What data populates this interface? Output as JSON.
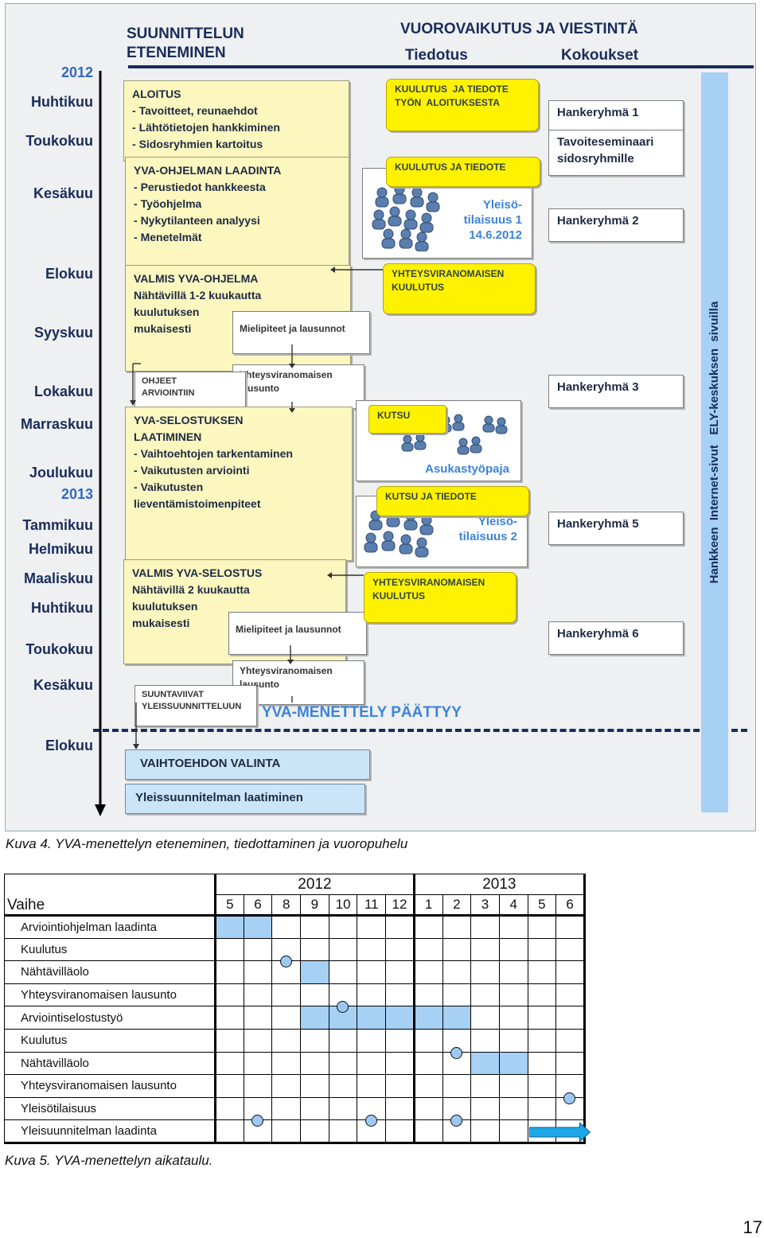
{
  "figure4": {
    "header_left": "SUUNNITTELUN\nETENEMINEN",
    "header_right": "VUOROVAIKUTUS  JA VIESTINTÄ",
    "sub_tiedotus": "Tiedotus",
    "sub_kokoukset": "Kokoukset",
    "timeline": {
      "year_2012": "2012",
      "year_2013": "2013",
      "months": [
        "Huhtikuu",
        "Toukokuu",
        "Kesäkuu",
        "Elokuu",
        "Syyskuu",
        "Lokakuu",
        "Marraskuu",
        "Joulukuu",
        "Tammikuu",
        "Helmikuu",
        "Maaliskuu",
        "Huhtikuu",
        "Toukokuu",
        "Kesäkuu",
        "Elokuu"
      ]
    },
    "aloitus": {
      "title": "ALOITUS",
      "items": [
        "Tavoitteet, reunaehdot",
        "Lähtötietojen hankkiminen",
        "Sidosryhmien kartoitus"
      ]
    },
    "ohjelma": {
      "title": "YVA-OHJELMAN LAADINTA",
      "items": [
        "Perustiedot hankkeesta",
        "Työohjelma",
        "Nykytilanteen analyysi",
        "Menetelmät"
      ]
    },
    "valmis_ohjelma": {
      "title": "VALMIS YVA-OHJELMA",
      "lines": [
        "Nähtävillä 1-2 kuukautta",
        "kuulutuksen",
        "mukaisesti"
      ]
    },
    "mielipiteet1": "Mielipiteet ja lausunnot",
    "yhteys_lausunto1": "Yhteysviranomaisen\nlausunto",
    "ohjeet": "OHJEET\nARVIOINTIIN",
    "selostus": {
      "title": "YVA-SELOSTUKSEN\nLAATIMINEN",
      "items": [
        "Vaihtoehtojen tarkentaminen",
        "Vaikutusten arviointi",
        "Vaikutusten\nlieventämistoimenpiteet"
      ]
    },
    "valmis_selostus": {
      "title": "VALMIS YVA-SELOSTUS",
      "lines": [
        "Nähtävillä  2 kuukautta",
        "kuulutuksen",
        "mukaisesti"
      ]
    },
    "mielipiteet2": "Mielipiteet ja lausunnot",
    "yhteys_lausunto2": "Yhteysviranomaisen\nlausunto",
    "suuntaviivat": "SUUNTAVIIVAT\nYLEISSUUNNITTELUUN",
    "paattyy": "YVA-MENETTELY PÄÄTTYY",
    "vaihtoehdon": "VAIHTOEHDON VALINTA",
    "yleissuunnitelman": "Yleissuunnitelman laatiminen",
    "kuulutus_aloitus": "KUULUTUS  JA TIEDOTE\nTYÖN  ALOITUKSESTA",
    "kuulutus_tiedote": "KUULUTUS  JA TIEDOTE",
    "yleiso1": "Yleisö-\ntilaisuus 1\n14.6.2012",
    "yhteys_kuulutus1": "YHTEYSVIRANOMAISEN\nKUULUTUS",
    "kutsu": "KUTSU",
    "asukas": "Asukastyöpaja",
    "kutsu_tiedote": "KUTSU  JA TIEDOTE",
    "yleiso2": "Yleisö-\ntilaisuus 2",
    "yhteys_kuulutus2": "YHTEYSVIRANOMAISEN\nKUULUTUS",
    "meetings": [
      "Hankeryhmä 1",
      "Tavoiteseminaari\nsidosryhmille",
      "Hankeryhmä 2",
      "Hankeryhmä 3",
      "Hankeryhmä 5",
      "Hankeryhmä 6"
    ],
    "side_bar": "Hankkeen  Internet-sivut   ELY-keskuksen  sivuilla",
    "caption": "Kuva 4.  YVA-menettelyn eteneminen, tiedottaminen ja vuoropuhelu"
  },
  "schedule": {
    "corner_label": "Vaihe",
    "years": [
      "2012",
      "2013"
    ],
    "months": [
      "5",
      "6",
      "8",
      "9",
      "10",
      "11",
      "12",
      "1",
      "2",
      "3",
      "4",
      "5",
      "6"
    ],
    "rows": [
      {
        "label": "Arviointiohjelman laadinta",
        "fill": [
          0,
          1
        ],
        "dots": []
      },
      {
        "label": "Kuulutus",
        "fill": [],
        "dots": [
          2
        ]
      },
      {
        "label": "Nähtävilläolo",
        "fill": [
          3
        ],
        "dots": []
      },
      {
        "label": "Yhteysviranomaisen lausunto",
        "fill": [],
        "dots": [
          4
        ]
      },
      {
        "label": "Arviointiselostustyö",
        "fill": [
          3,
          4,
          5,
          6,
          7,
          8
        ],
        "dots": []
      },
      {
        "label": "Kuulutus",
        "fill": [],
        "dots": [
          8
        ]
      },
      {
        "label": "Nähtävilläolo",
        "fill": [
          9,
          10
        ],
        "dots": []
      },
      {
        "label": "Yhteysviranomaisen lausunto",
        "fill": [],
        "dots": [
          12
        ]
      },
      {
        "label": "Yleisötilaisuus",
        "fill": [],
        "dots": [
          1,
          5,
          8
        ]
      },
      {
        "label": "Yleisuunnitelman laadinta",
        "fill": [],
        "dots": [],
        "arrow": [
          11,
          12
        ]
      }
    ],
    "caption": "Kuva 5. YVA-menettelyn aikataulu."
  },
  "page_number": "17",
  "colors": {
    "yellow_box": "#fbf7bf",
    "yellow_pill": "#fff200",
    "light_blue": "#a7d0f5",
    "navy_text": "#1a2c5a",
    "accent_blue": "#3c84d8"
  }
}
